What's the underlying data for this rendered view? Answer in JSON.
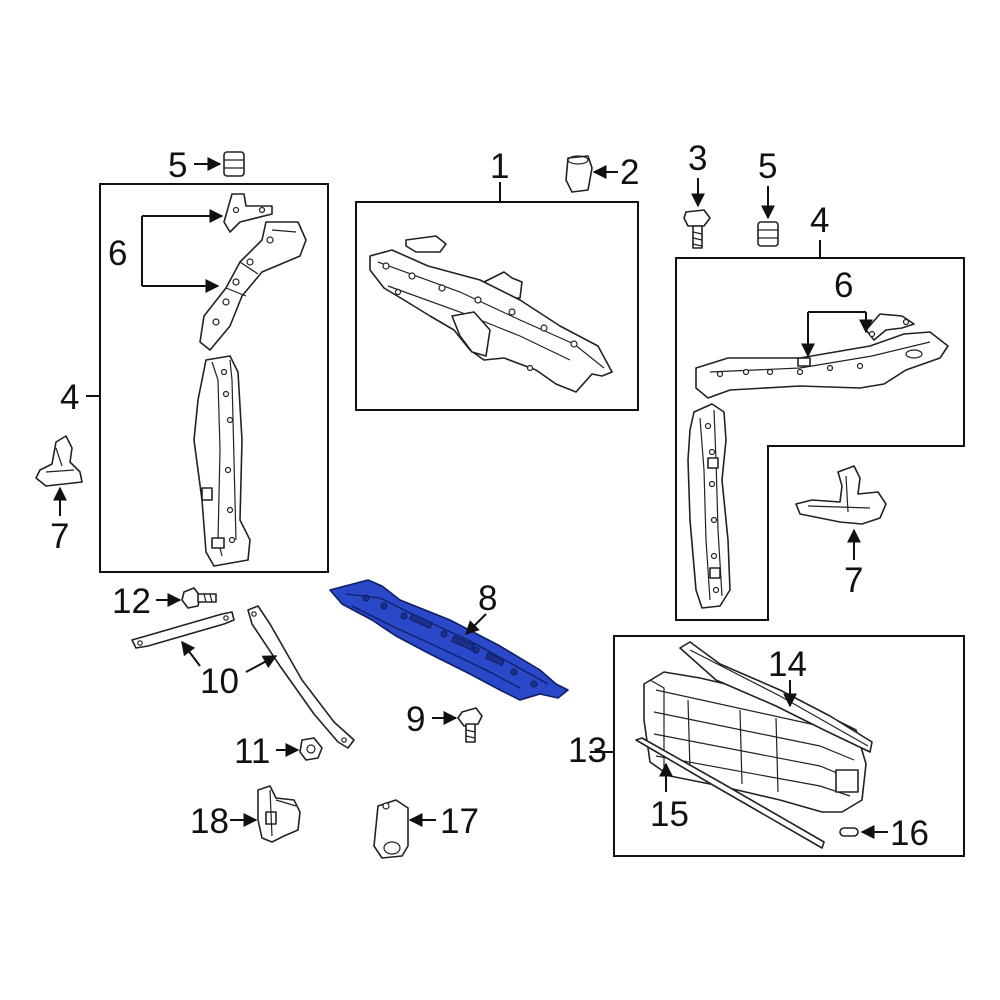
{
  "colors": {
    "highlight": "#2a49c8",
    "line": "#111111",
    "background": "#ffffff"
  },
  "callouts": {
    "upper_support": "1",
    "hood_cushion": "2",
    "bolt_upper": "3",
    "stopper_left": "5",
    "stopper_right": "5",
    "side_support_left": "4",
    "side_support_right": "4",
    "brace_left": "6",
    "brace_right": "6",
    "bracket_left": "7",
    "bracket_right": "7",
    "lower_tie_bar": "8",
    "bolt_lower": "9",
    "rod": "10",
    "nut": "11",
    "bolt_rod": "12",
    "shutter_assembly": "13",
    "seal_upper": "14",
    "seal_lower": "15",
    "clip": "16",
    "actuator": "17",
    "bracket_small": "18"
  }
}
